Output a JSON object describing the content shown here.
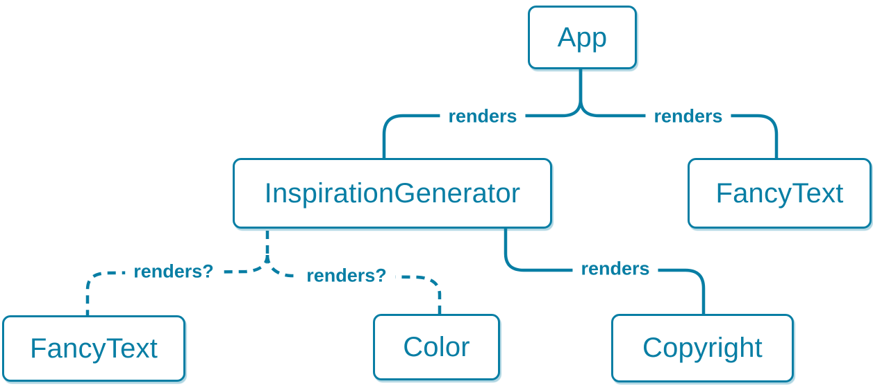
{
  "diagram": {
    "background_color": "#ffffff",
    "accent_color": "#087ea4",
    "node_fill_color": "#ffffff",
    "nodes": [
      {
        "id": "app",
        "label": "App"
      },
      {
        "id": "inspiration-generator",
        "label": "InspirationGenerator"
      },
      {
        "id": "fancy-text-child",
        "label": "FancyText"
      },
      {
        "id": "fancy-text-grandchild",
        "label": "FancyText"
      },
      {
        "id": "color",
        "label": "Color"
      },
      {
        "id": "copyright",
        "label": "Copyright"
      }
    ],
    "edges": [
      {
        "from": "App",
        "to": "InspirationGenerator",
        "label": "renders",
        "style": "solid"
      },
      {
        "from": "App",
        "to": "FancyText",
        "label": "renders",
        "style": "solid"
      },
      {
        "from": "InspirationGenerator",
        "to": "FancyText",
        "label": "renders?",
        "style": "dashed"
      },
      {
        "from": "InspirationGenerator",
        "to": "Color",
        "label": "renders?",
        "style": "dashed"
      },
      {
        "from": "InspirationGenerator",
        "to": "Copyright",
        "label": "renders",
        "style": "solid"
      }
    ]
  }
}
